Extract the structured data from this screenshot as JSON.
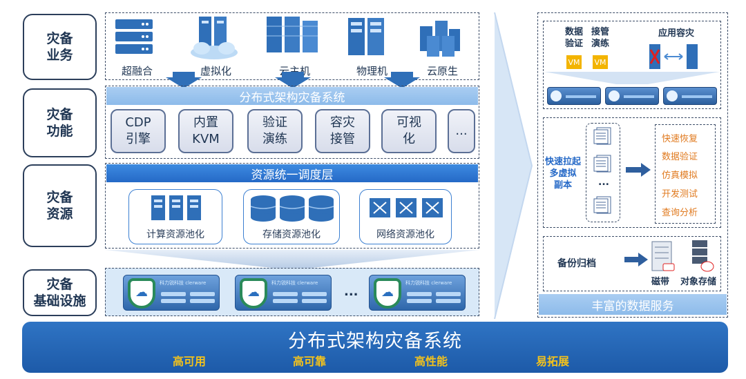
{
  "layers": {
    "business": "灾备\n业务",
    "function": "灾备\n功能",
    "resource": "灾备\n资源",
    "infrastructure": "灾备\n基础设施"
  },
  "business_items": [
    "超融合",
    "虚拟化",
    "云主机",
    "物理机",
    "云原生"
  ],
  "function_bar": "分布式架构灾备系统",
  "functions": [
    "CDP\n引擎",
    "内置\nKVM",
    "验证\n演练",
    "容灾\n接管",
    "可视\n化",
    "..."
  ],
  "resource_bar": "资源统一调度层",
  "pools": [
    "计算资源池化",
    "存储资源池化",
    "网络资源池化"
  ],
  "infra_ellipsis": "...",
  "appliance_brand": "科力锐科技 clerware",
  "bottom": {
    "title": "分布式架构灾备系统",
    "features": [
      "高可用",
      "高可靠",
      "高性能",
      "易拓展"
    ]
  },
  "right": {
    "verify": "数据\n验证",
    "takeover": "接管\n演练",
    "vm1": "VM",
    "vm2": "VM",
    "app_dr": "应用容灾",
    "quick_pull": "快速拉起\n多虚拟\n副本",
    "ellipsis": "...",
    "services": [
      "快速恢复",
      "数据验证",
      "仿真模拟",
      "开发测试",
      "查询分析"
    ],
    "backup": "备份归档",
    "tape": "磁带",
    "object_storage": "对象存储",
    "footer": "丰富的数据服务"
  },
  "colors": {
    "navy": "#2b3e5a",
    "blue": "#2569c7",
    "light_blue": "#8dbbea",
    "orange": "#e07a1f",
    "yellow": "#f3c21c",
    "vm_yellow": "#f3b400"
  }
}
